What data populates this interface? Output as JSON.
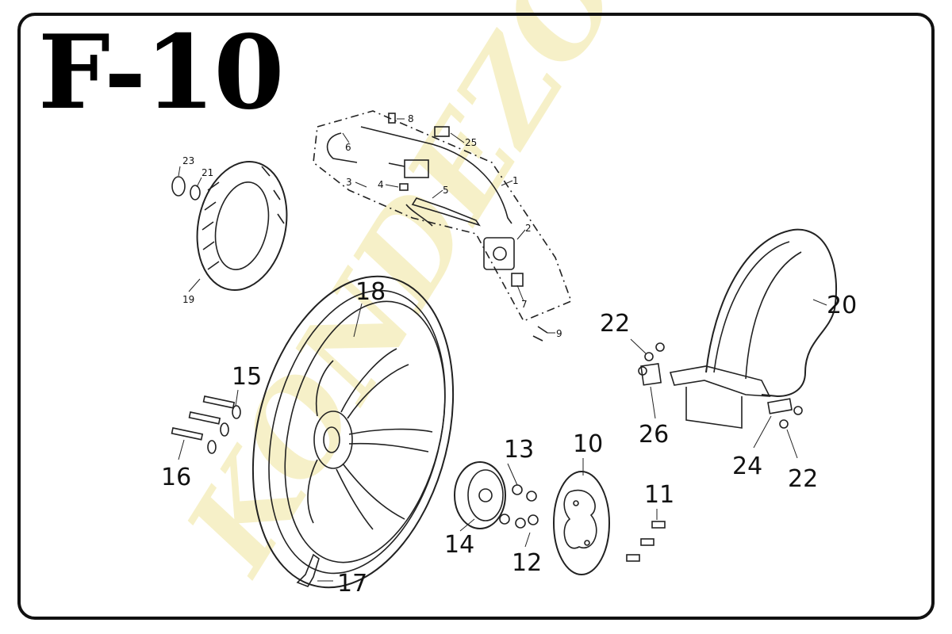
{
  "title": "F-10",
  "watermark": "KONDEZO KFT.",
  "callouts": {
    "c1": "1",
    "c2": "2",
    "c3": "3",
    "c4": "4",
    "c5": "5",
    "c6": "6",
    "c7": "7",
    "c8": "8",
    "c9": "9",
    "c10": "10",
    "c11": "11",
    "c12": "12",
    "c13": "13",
    "c14": "14",
    "c15": "15",
    "c16": "16",
    "c17": "17",
    "c18": "18",
    "c19": "19",
    "c20": "20",
    "c21": "21",
    "c22a": "22",
    "c22b": "22",
    "c23": "23",
    "c24": "24",
    "c25": "25",
    "c26": "26"
  },
  "colors": {
    "line": "#222222",
    "watermark": "#f3ecb6",
    "frame": "#111111"
  }
}
